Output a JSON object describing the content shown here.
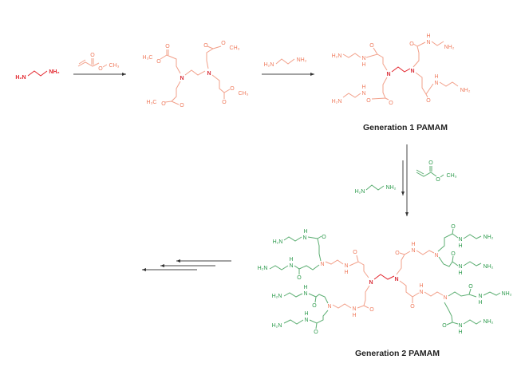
{
  "atoms": {
    "h2n": "H₂N",
    "nh2": "NH₂",
    "n": "N",
    "o": "O",
    "nh": "N",
    "h": "H",
    "h3c": "H₃C",
    "ch3": "CH₃"
  },
  "labels": {
    "generation1": "Generation 1 PAMAM",
    "generation2": "Generation 2 PAMAM"
  },
  "colors": {
    "ethylenediamine": "#e3262e",
    "generation1": "#ef7a5c",
    "generation2": "#2c9a4c"
  }
}
